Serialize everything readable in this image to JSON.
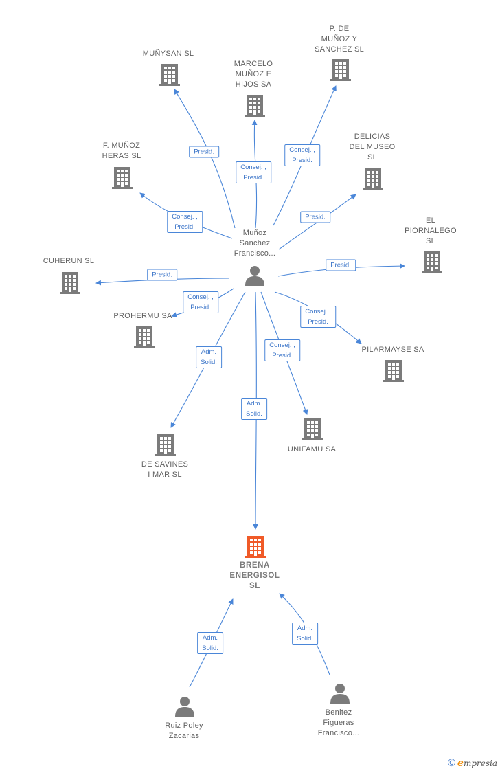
{
  "colors": {
    "edge": "#4a86d8",
    "building": "#7b7b7b",
    "building_highlight": "#f05a28",
    "person": "#7b7b7b"
  },
  "nodes": {
    "person_main": {
      "label": "Muñoz\nSanchez\nFrancisco...",
      "icon": "person-icon"
    },
    "munysan": {
      "label": "MUÑYSAN  SL",
      "icon": "building-icon"
    },
    "marcelo": {
      "label": "MARCELO\nMUÑOZ E\nHIJOS SA",
      "icon": "building-icon"
    },
    "p_munoz": {
      "label": "P.  DE\nMUÑOZ Y\nSANCHEZ  SL",
      "icon": "building-icon"
    },
    "f_munoz": {
      "label": "F.  MUÑOZ\nHERAS  SL",
      "icon": "building-icon"
    },
    "delicias": {
      "label": "DELICIAS\nDEL MUSEO\nSL",
      "icon": "building-icon"
    },
    "piornalego": {
      "label": "EL\nPIORNALEGO\nSL",
      "icon": "building-icon"
    },
    "cuherun": {
      "label": "CUHERUN  SL",
      "icon": "building-icon"
    },
    "prohermu": {
      "label": "PROHERMU SA",
      "icon": "building-icon"
    },
    "pilarmayse": {
      "label": "PILARMAYSE SA",
      "icon": "building-icon"
    },
    "unifamu": {
      "label": "UNIFAMU SA",
      "icon": "building-icon"
    },
    "savines": {
      "label": "DE SAVINES\nI MAR  SL",
      "icon": "building-icon"
    },
    "brena": {
      "label": "BRENA\nENERGISOL\nSL",
      "icon": "building-icon"
    },
    "ruiz": {
      "label": "Ruiz Poley\nZacarias",
      "icon": "person-icon"
    },
    "benitez": {
      "label": "Benitez\nFigueras\nFrancisco...",
      "icon": "person-icon"
    }
  },
  "relations": {
    "munysan": "Presid.",
    "marcelo": "Consej. ,\nPresid.",
    "p_munoz": "Consej. ,\nPresid.",
    "f_munoz": "Consej. ,\nPresid.",
    "delicias": "Presid.",
    "piornalego": "Presid.",
    "cuherun": "Presid.",
    "prohermu": "Consej. ,\nPresid.",
    "pilarmayse": "Consej. ,\nPresid.",
    "unifamu": "Consej. ,\nPresid.",
    "savines": "Adm.\nSolid.",
    "brena_main": "Adm.\nSolid.",
    "ruiz": "Adm.\nSolid.",
    "benitez": "Adm.\nSolid."
  },
  "footer": {
    "copyright": "©",
    "brand_initial": "e",
    "brand_rest": "mpresia"
  }
}
